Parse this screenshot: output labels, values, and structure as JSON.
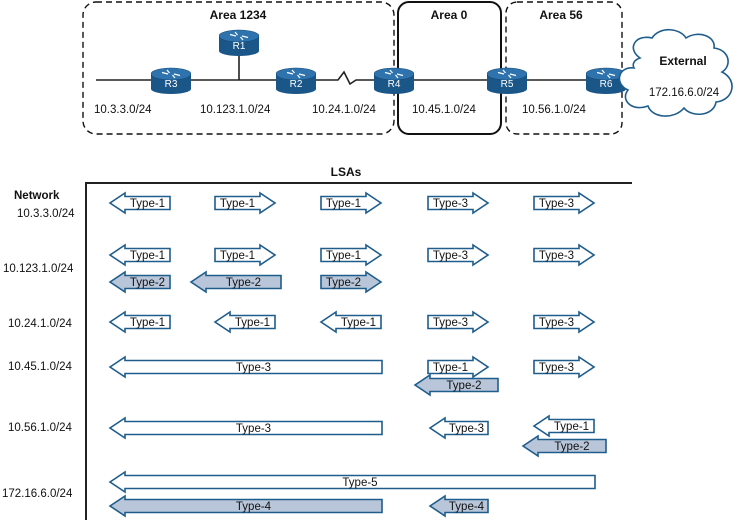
{
  "areas": [
    {
      "name": "Area 1234"
    },
    {
      "name": "Area 0"
    },
    {
      "name": "Area 56"
    }
  ],
  "routers": [
    {
      "name": "R1"
    },
    {
      "name": "R2"
    },
    {
      "name": "R3"
    },
    {
      "name": "R4"
    },
    {
      "name": "R5"
    },
    {
      "name": "R6"
    }
  ],
  "external": {
    "label": "External",
    "subnet": "172.16.6.0/24"
  },
  "subnets": [
    "10.3.3.0/24",
    "10.123.1.0/24",
    "10.24.1.0/24",
    "10.45.1.0/24",
    "10.56.1.0/24"
  ],
  "table": {
    "lsas_header": "LSAs",
    "network_header": "Network",
    "rows": [
      {
        "network": "10.3.3.0/24"
      },
      {
        "network": "10.123.1.0/24"
      },
      {
        "network": "10.24.1.0/24"
      },
      {
        "network": "10.45.1.0/24"
      },
      {
        "network": "10.56.1.0/24"
      },
      {
        "network": "172.16.6.0/24"
      }
    ]
  },
  "lsas": [
    {
      "label": "Type-1"
    },
    {
      "label": "Type-1"
    },
    {
      "label": "Type-1"
    },
    {
      "label": "Type-3"
    },
    {
      "label": "Type-3"
    },
    {
      "label": "Type-1"
    },
    {
      "label": "Type-1"
    },
    {
      "label": "Type-1"
    },
    {
      "label": "Type-3"
    },
    {
      "label": "Type-3"
    },
    {
      "label": "Type-2"
    },
    {
      "label": "Type-2"
    },
    {
      "label": "Type-2"
    },
    {
      "label": "Type-1"
    },
    {
      "label": "Type-1"
    },
    {
      "label": "Type-1"
    },
    {
      "label": "Type-3"
    },
    {
      "label": "Type-3"
    },
    {
      "label": "Type-3"
    },
    {
      "label": "Type-1"
    },
    {
      "label": "Type-2"
    },
    {
      "label": "Type-3"
    },
    {
      "label": "Type-3"
    },
    {
      "label": "Type-3"
    },
    {
      "label": "Type-1"
    },
    {
      "label": "Type-2"
    },
    {
      "label": "Type-5"
    },
    {
      "label": "Type-4"
    },
    {
      "label": "Type-4"
    }
  ],
  "colors": {
    "arrow_stroke": "#1f5d8c",
    "white_fill": "#ffffff",
    "shaded_fill": "#b9c6d9",
    "router_fill": "#1f5f95",
    "line": "#222222"
  }
}
